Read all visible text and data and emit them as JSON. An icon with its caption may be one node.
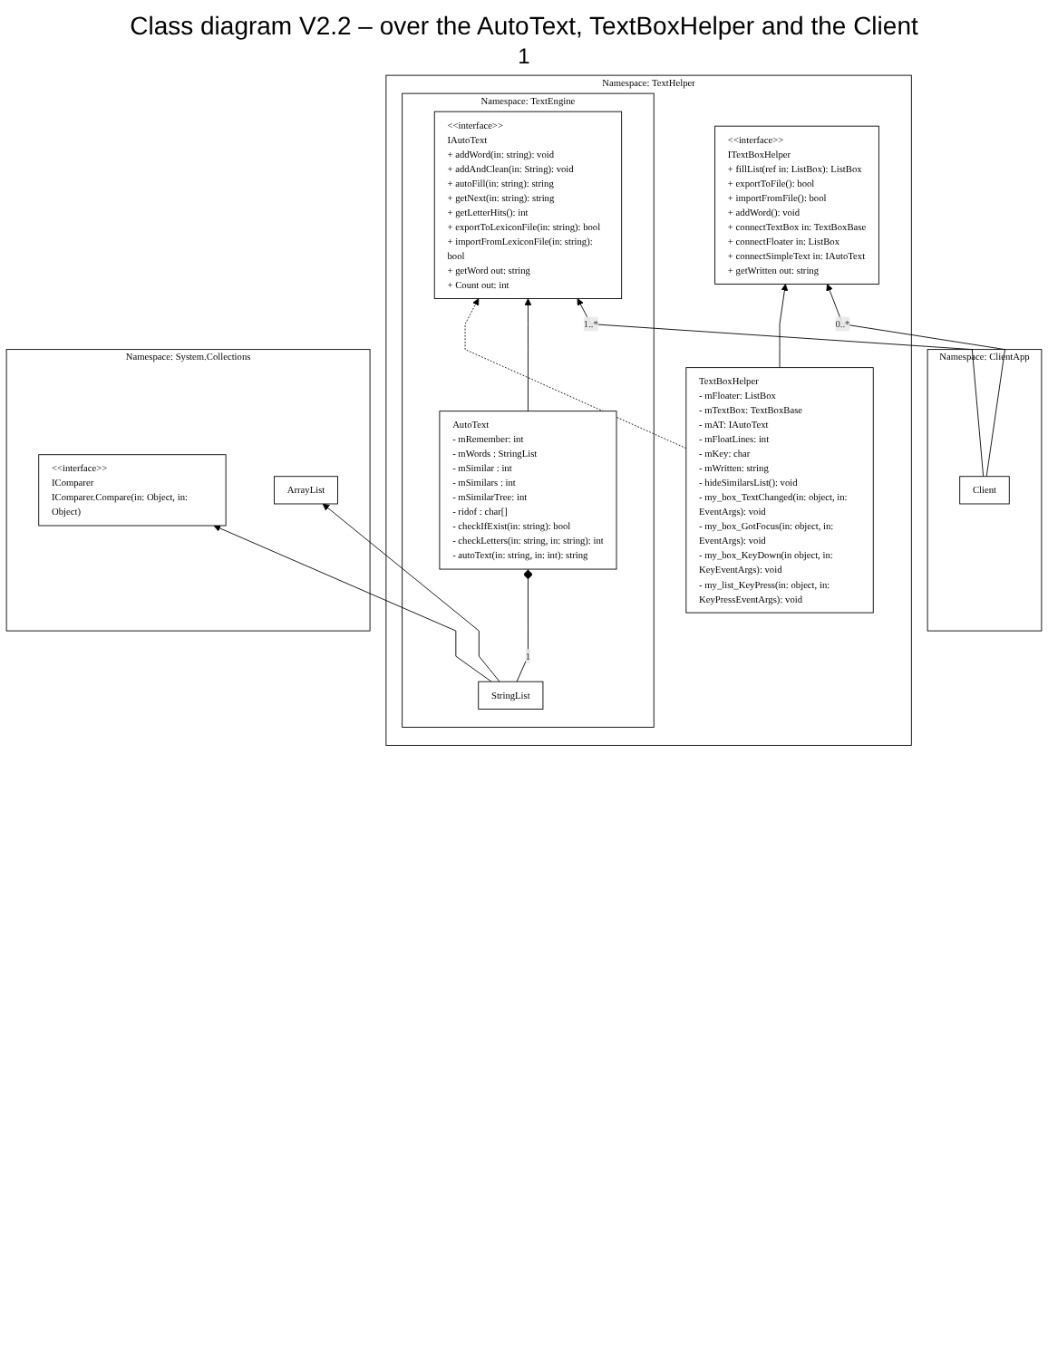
{
  "diagram": {
    "title": "Class diagram V2.2 – over the AutoText, TextBoxHelper and the Client",
    "nodes": [
      {
        "text": [
          "Namespace: ClientApp"
        ]
      },
      {
        "text": [
          "Client"
        ],
        "in": 0
      },
      {
        "text": [
          "Namespace: TextHelper"
        ]
      },
      {
        "text": [
          "Namespace: TextEngine"
        ],
        "in": 2
      },
      {
        "text": [
          "<<interface>>",
          "IAutoText",
          "+ addWord(in: string): void",
          "+ addAndClean(in: String): void",
          "+ autoFill(in: string): string",
          "+ getNext(in: string): string",
          "+ getLetterHits(): int",
          "+ exportToLexiconFile(in: string): bool",
          "+ importFromLexiconFile(in: string): bool",
          "+ getWord out: string",
          "+ Count out: int"
        ],
        "in": 3
      },
      {
        "text": [
          "<<interface>>",
          "ITextBoxHelper",
          "+ fillList(ref in: ListBox): ListBox",
          "+ exportToFile(): bool",
          "+ importFromFile(): bool",
          "+ addWord(): void",
          "+ connectTextBox in: TextBoxBase",
          "+ connectFloater in: ListBox",
          "+ connectSimpleText in: IAutoText",
          "+ getWritten out: string"
        ],
        "in": 2
      },
      {
        "text": [
          "AutoText",
          "- mRemember: int",
          "- mWords : StringList",
          "- mSimilar : int",
          "- mSimilars : int",
          "- mSimilarTree: int",
          "- ridof : char[]",
          "- checkIfExist(in: string): bool",
          "- checkLetters(in: string, in: string): int",
          "- autoText(in: string, in: int): string"
        ],
        "in": 3
      },
      {
        "text": [
          "TextBoxHelper",
          "- mFloater: ListBox",
          "- mTextBox: TextBoxBase",
          "- mAT: IAutoText",
          "- mFloatLines: int",
          "- mKey: char",
          "- mWritten: string",
          "- hideSimilarsList(): void",
          "- my_box_TextChanged(in: object, in: EventArgs): void",
          "- my_box_GotFocus(in: object, in: EventArgs): void",
          "- my_box_KeyDown(in object, in: KeyEventArgs): void",
          "- my_list_KeyPress(in: object, in: KeyPressEventArgs): void"
        ],
        "in": 2
      },
      {
        "text": [
          "StringList"
        ],
        "in": 3
      },
      {
        "text": [
          "Namespace: System.Collections"
        ]
      },
      {
        "text": [
          "<<interface>>",
          "IComparer",
          "IComparer.Compare(in: Object, in: Object)"
        ],
        "in": 9
      },
      {
        "text": [
          "ArrayList"
        ],
        "in": 9
      }
    ],
    "edges": [
      {
        "from": 1,
        "to": 4,
        "arrow": "to",
        "label": "1..*"
      },
      {
        "from": 1,
        "to": 5,
        "arrow": "to",
        "label": "0..*"
      },
      {
        "from": 6,
        "to": 4,
        "arrow": "to"
      },
      {
        "from": 7,
        "to": 4,
        "arrow": "to",
        "style": "dashed"
      },
      {
        "from": 7,
        "to": 5,
        "arrow": "to"
      },
      {
        "from": 8,
        "to": 6,
        "arrow": "other",
        "label": "1"
      },
      {
        "from": 8,
        "to": 10,
        "arrow": "to"
      },
      {
        "from": 8,
        "to": 11,
        "arrow": "to"
      }
    ],
    "labels": [
      "1"
    ]
  }
}
